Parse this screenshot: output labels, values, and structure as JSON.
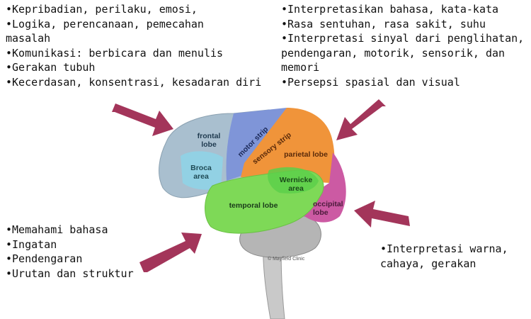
{
  "top_left": [
    "•Kepribadian, perilaku, emosi,",
    "•Logika, perencanaan, pemecahan",
    "masalah",
    "•Komunikasi: berbicara dan menulis",
    "•Gerakan tubuh",
    "•Kecerdasan, konsentrasi, kesadaran diri"
  ],
  "top_right": [
    "•Interpretasikan bahasa, kata-kata",
    "•Rasa sentuhan, rasa sakit, suhu",
    "•Interpretasi sinyal dari penglihatan,",
    "pendengaran, motorik, sensorik, dan",
    "memori",
    "•Persepsi spasial dan visual"
  ],
  "bottom_left": [
    "•Memahami bahasa",
    "•Ingatan",
    "•Pendengaran",
    "•Urutan dan struktur"
  ],
  "bottom_right": [
    "•Interpretasi warna,",
    "cahaya, gerakan"
  ],
  "brain": {
    "frontal_1": "frontal",
    "frontal_2": "lobe",
    "motor": "motor strip",
    "sensory": "sensory strip",
    "parietal": "parietal lobe",
    "broca_1": "Broca",
    "broca_2": "area",
    "wernicke_1": "Wernicke",
    "wernicke_2": "area",
    "temporal": "temporal lobe",
    "occipital_1": "occipital",
    "occipital_2": "lobe",
    "credit": "© Mayfield Clinic"
  },
  "colors": {
    "arrow": "#a3355a",
    "frontal": "#a9bfcf",
    "broca": "#8fd3e6",
    "motor": "#7f95d8",
    "sensory": "#f0943a",
    "temporal": "#7ed957",
    "occipital": "#cc5aa3",
    "cerebellum": "#b5b5b5"
  }
}
